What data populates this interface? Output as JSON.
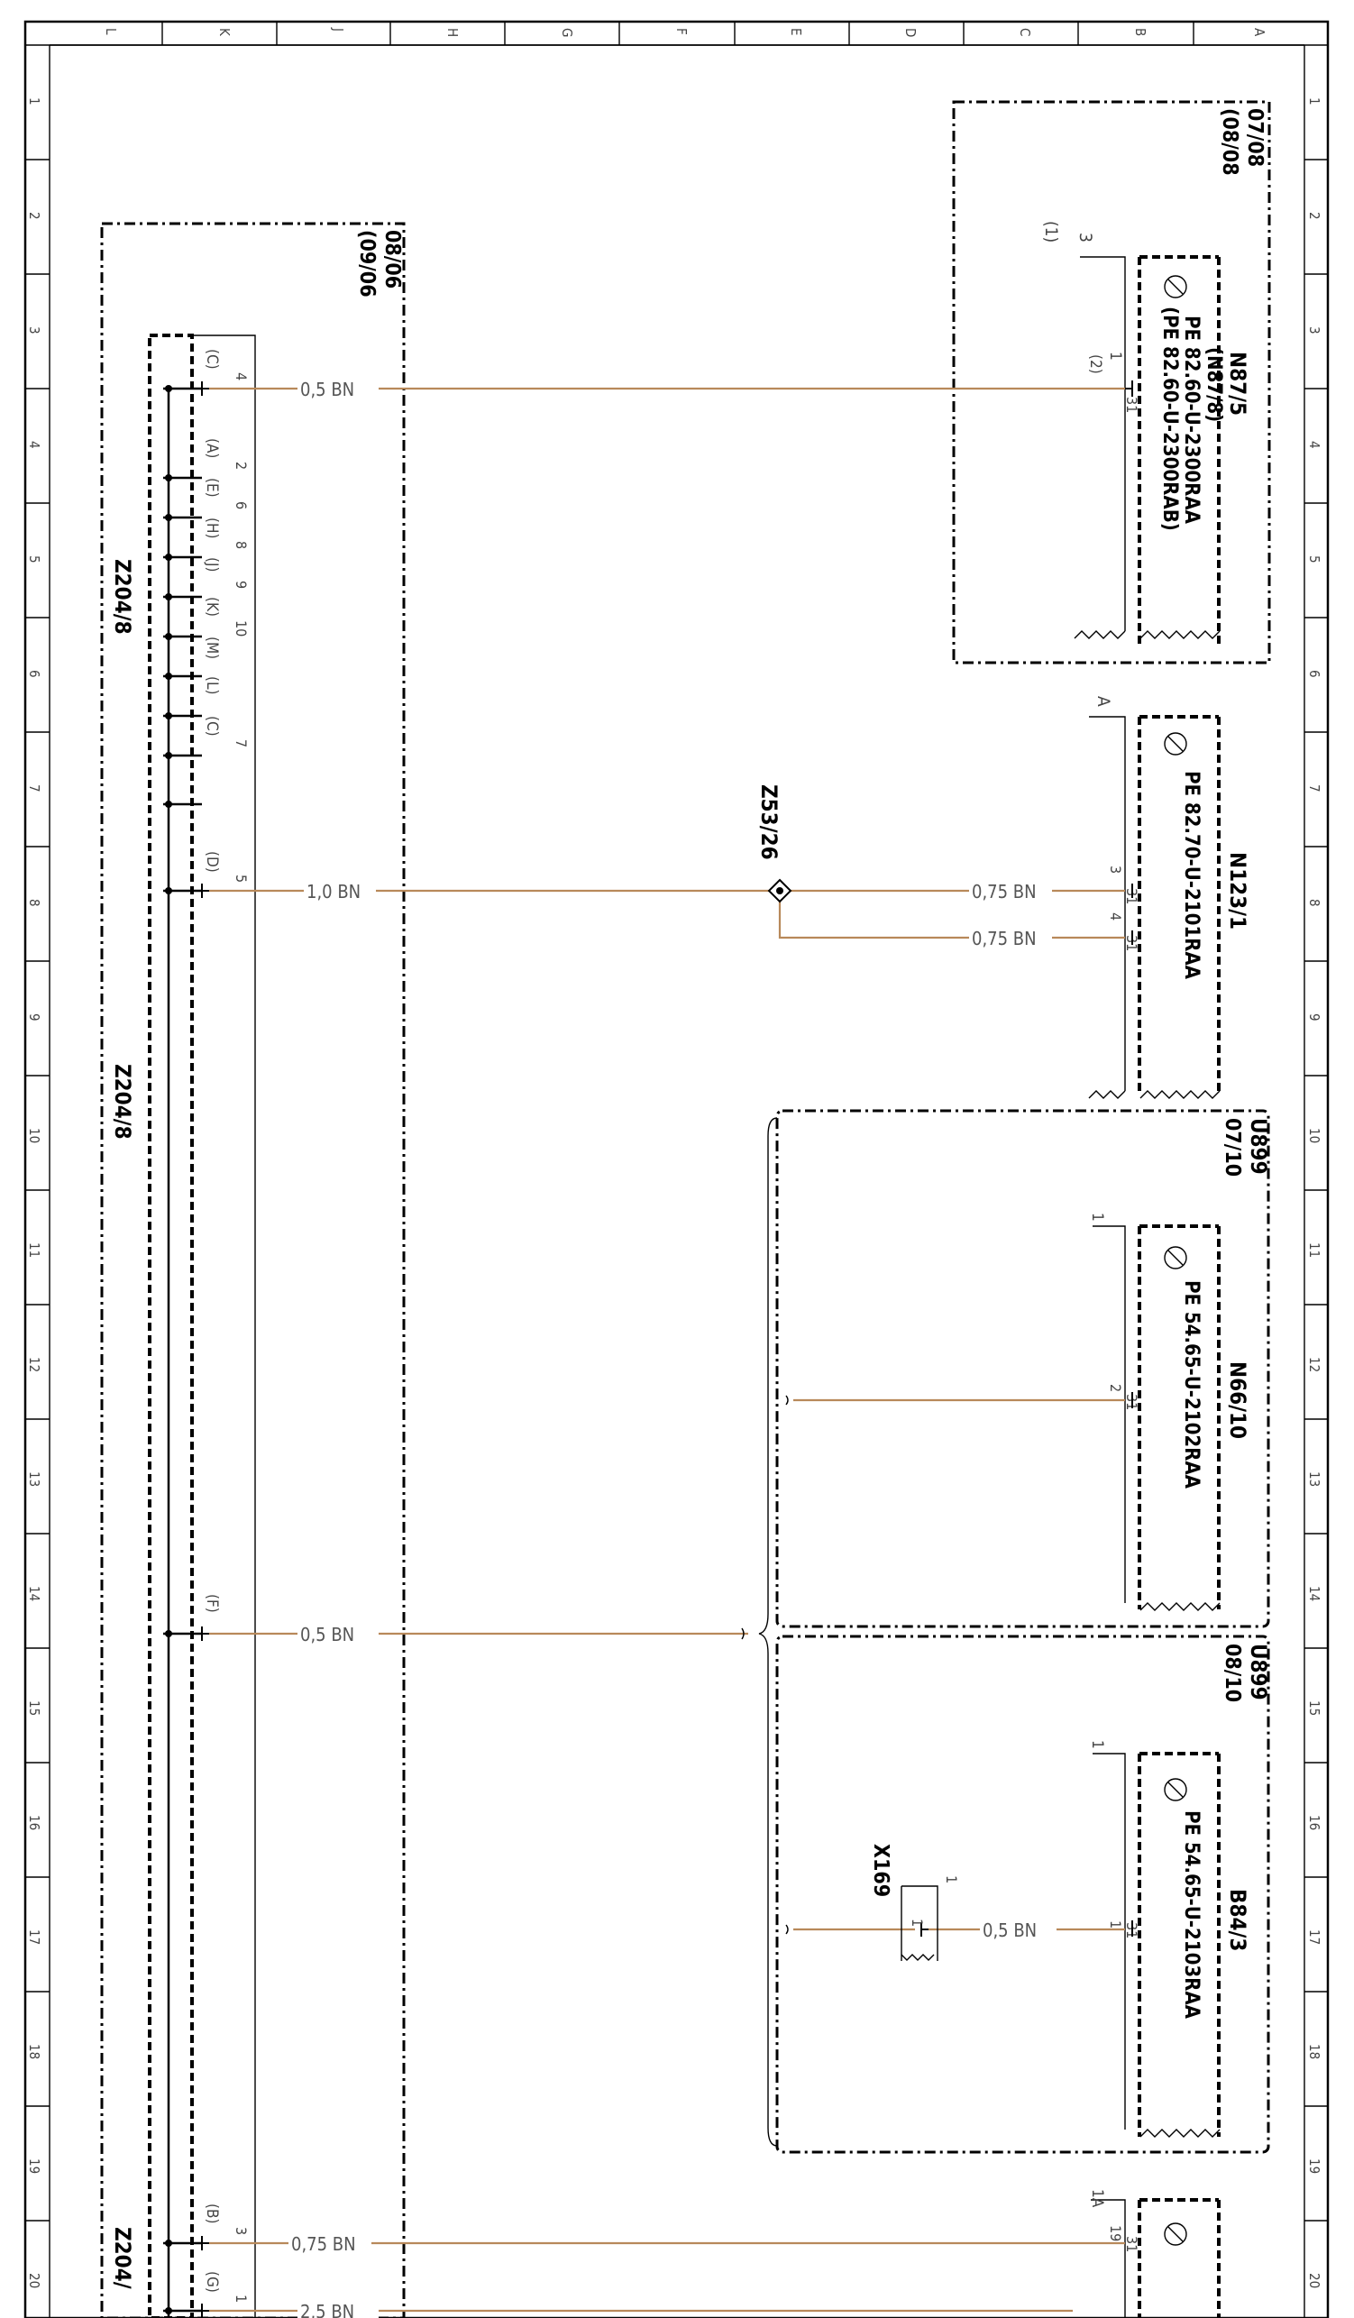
{
  "grid": {
    "columns": [
      "L",
      "K",
      "J",
      "H",
      "G",
      "F",
      "E",
      "D",
      "C",
      "B",
      "A"
    ],
    "rows": [
      "1",
      "2",
      "3",
      "4",
      "5",
      "6",
      "7",
      "8",
      "9",
      "10",
      "11",
      "12",
      "13",
      "14",
      "15",
      "16",
      "17",
      "18",
      "19",
      "20"
    ]
  },
  "ranges": {
    "r1_top": "07/08",
    "r1_bottom": "(08/08",
    "r2_top": "08/06",
    "r2_bottom": "(09/06",
    "u899_a_name": "U899",
    "u899_a_range": "07/10",
    "u899_b_name": "U899",
    "u899_b_range": "08/10"
  },
  "components": {
    "n87": {
      "name": "N87/5",
      "alt_name": "(N87/8)",
      "pe_main": "PE  82.60-U-2300RAA",
      "pe_alt": "(PE  82.60-U-2300RAB)",
      "pin3": "3",
      "pin3_paren": "(1)",
      "pin1": "1",
      "pin1_paren": "(2)",
      "ground_pin": "31"
    },
    "n123": {
      "name": "N123/1",
      "pe": "PE  82.70-U-2101RAA",
      "pin_a": "A",
      "pin3": "3",
      "pin4": "4",
      "ground_pin": "31"
    },
    "n66": {
      "name": "N66/10",
      "pe": "PE  54.65-U-2102RAA",
      "pin1": "1",
      "pin2": "2",
      "ground_pin": "31"
    },
    "b84": {
      "name": "B84/3",
      "pe": "PE  54.65-U-2103RAA",
      "pin1_top": "1",
      "pin1": "1",
      "ground_pin": "31"
    },
    "bottom": {
      "pin_1a": "1A",
      "pin_19": "19",
      "ground_pin": "31"
    },
    "z204_top": "Z204/8",
    "z204_mid": "Z204/8",
    "z204_bottom": "Z204/",
    "z53": "Z53/26",
    "x169": "X169",
    "x169_pin1_top": "1",
    "x169_pin1": "1"
  },
  "wires": {
    "w_n87": "0,5 BN",
    "w_z53_main": "1,0 BN",
    "w_n123_3": "0,75 BN",
    "w_n123_4": "0,75 BN",
    "w_f": "0,5 BN",
    "w_x169": "0,5 BN",
    "w_b": "0,75 BN",
    "w_g": "2,5 BN"
  },
  "z204_pins": {
    "c_top": "(C)",
    "c_top_num": "4",
    "a": "(A)",
    "a_num": "2",
    "e": "(E)",
    "e_num": "6",
    "h": "(H)",
    "h_num": "8",
    "j": "(J)",
    "j_num": "9",
    "k": "(K)",
    "k_num": "10",
    "m": "(M)",
    "l": "(L)",
    "c2": "(C)",
    "c2_num": "7",
    "d": "(D)",
    "d_num": "5",
    "f": "(F)",
    "b": "(B)",
    "b_num": "3",
    "g": "(G)",
    "g_num": "1"
  },
  "colors": {
    "wire": "#b8895a",
    "line": "#000000"
  }
}
